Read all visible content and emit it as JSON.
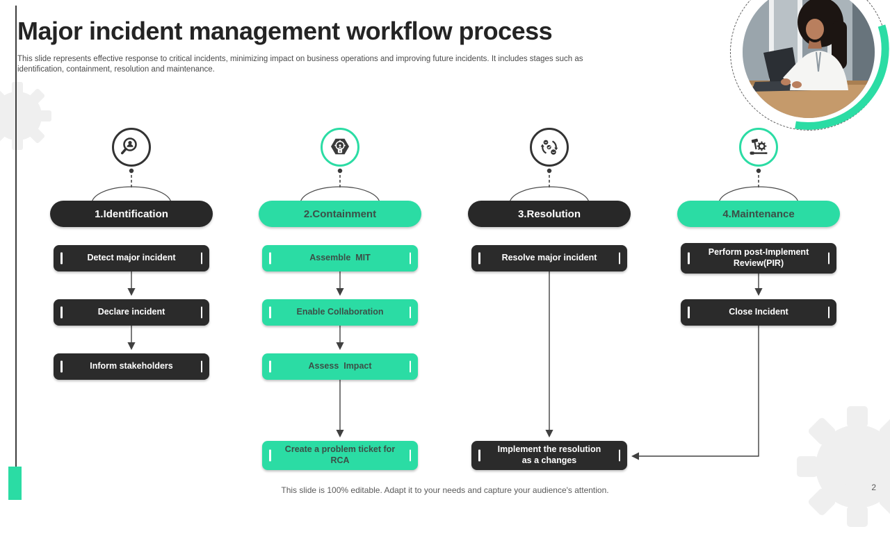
{
  "slide": {
    "title": "Major incident management workflow process",
    "subtitle": "This slide represents effective response to critical incidents, minimizing impact on business operations and improving future incidents. It includes stages such as identification, containment, resolution and maintenance.",
    "footer_note": "This slide is 100% editable. Adapt it to your needs and capture your audience's attention.",
    "page_number": "2"
  },
  "colors": {
    "accent_teal": "#2BDCA4",
    "dark_shape": "#2B2B2B",
    "connector_line": "#404040",
    "muted_text": "#595959",
    "watermark_gear": "#EFEFEF"
  },
  "columns": [
    {
      "header": "1.Identification",
      "header_style": "dark",
      "icon": "magnifier-person-icon",
      "steps": [
        {
          "label": "Detect major incident",
          "style": "dark"
        },
        {
          "label": "Declare incident",
          "style": "dark"
        },
        {
          "label": "Inform stakeholders",
          "style": "dark"
        }
      ]
    },
    {
      "header": "2.Containment",
      "header_style": "teal",
      "icon": "hexagon-target-lock-icon",
      "steps": [
        {
          "label": "Assemble  MIT",
          "style": "teal"
        },
        {
          "label": "Enable Collaboration",
          "style": "teal"
        },
        {
          "label": "Assess  Impact",
          "style": "teal"
        },
        {
          "label": "Create a problem ticket for RCA",
          "style": "teal"
        }
      ]
    },
    {
      "header": "3.Resolution",
      "header_style": "dark",
      "icon": "cycle-arrows-people-icon",
      "steps": [
        {
          "label": "Resolve major incident",
          "style": "dark"
        },
        {
          "label": "Implement the resolution as a changes",
          "style": "dark"
        }
      ]
    },
    {
      "header": "4.Maintenance",
      "header_style": "teal",
      "icon": "tools-gear-icon",
      "steps": [
        {
          "label": "Perform post-Implement Review(PIR)",
          "style": "dark"
        },
        {
          "label": "Close Incident",
          "style": "dark"
        }
      ]
    }
  ]
}
